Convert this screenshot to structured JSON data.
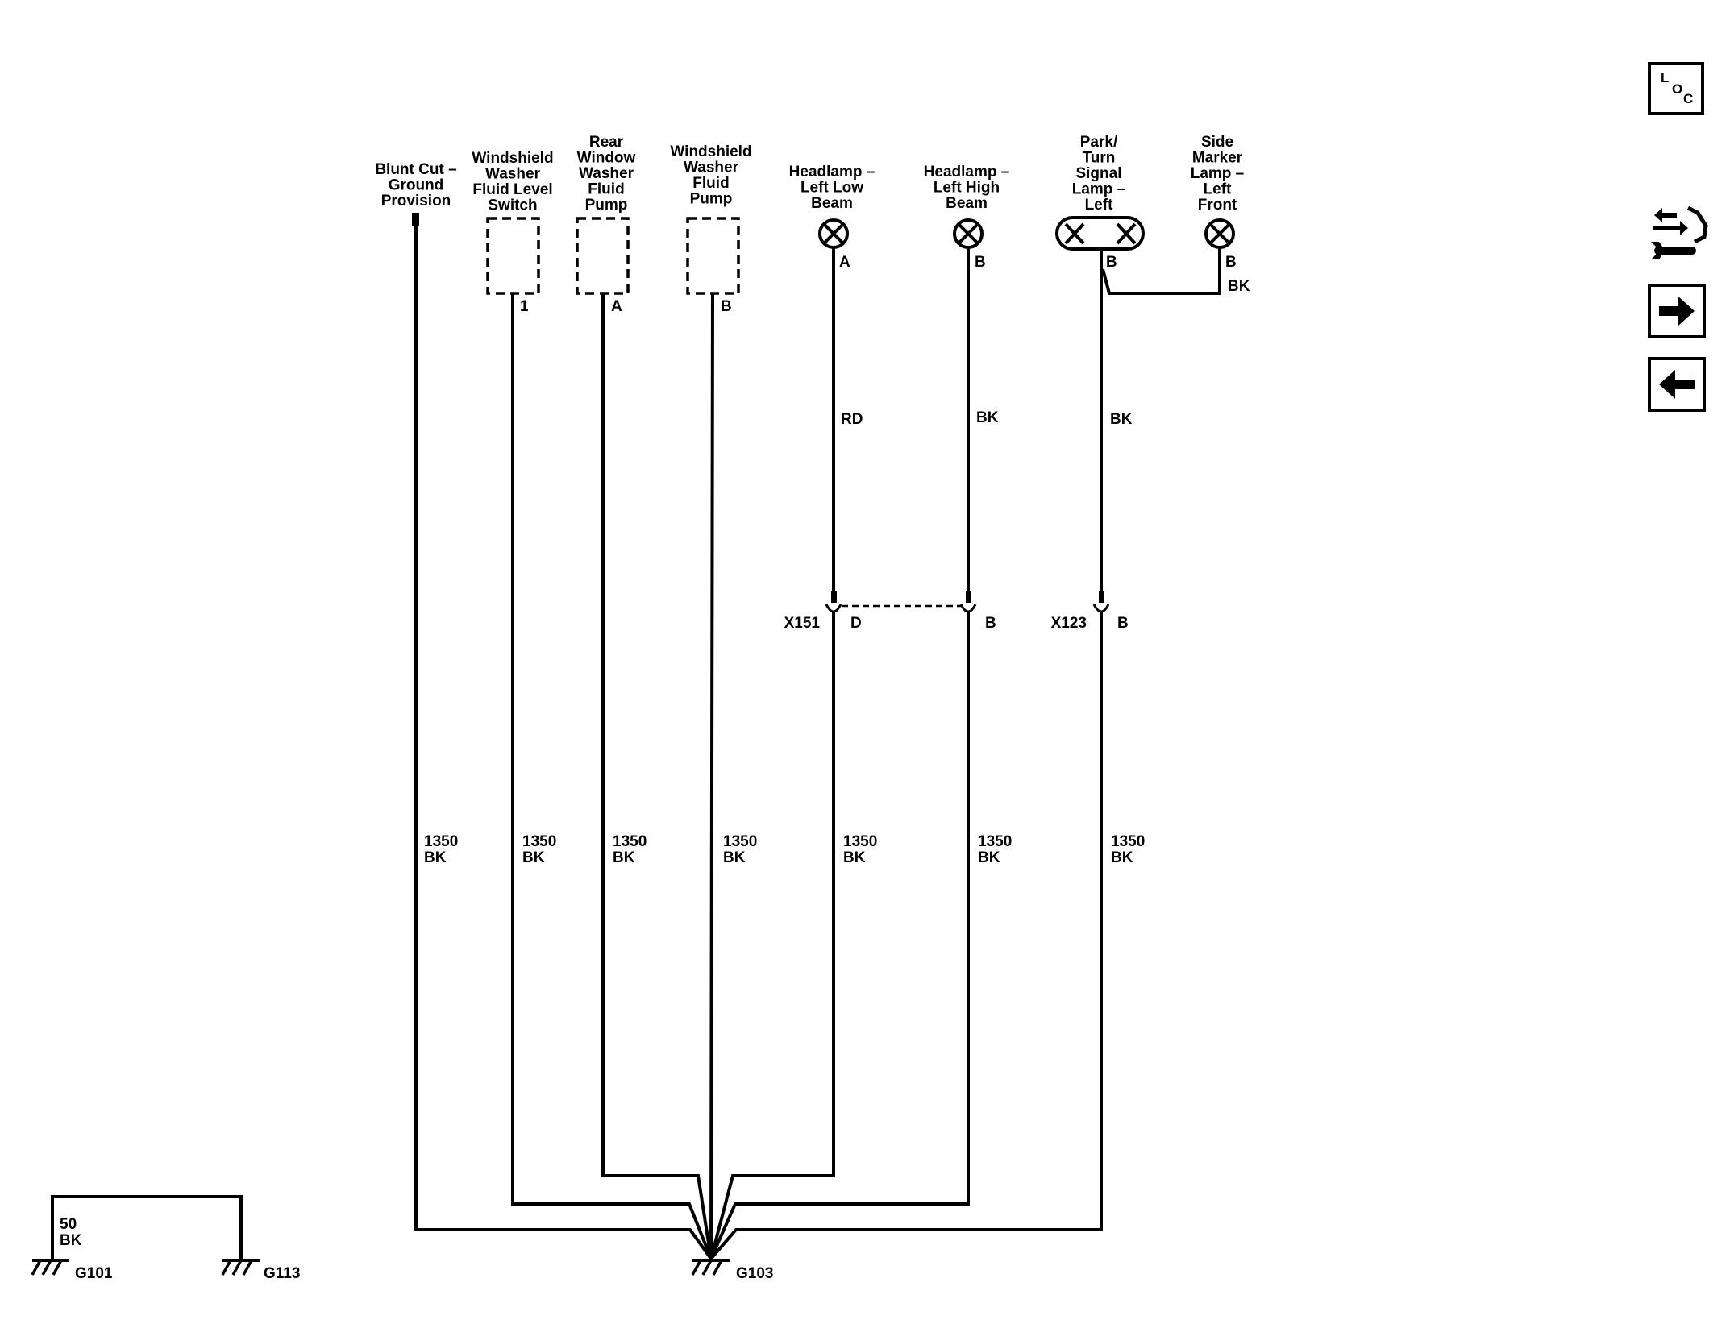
{
  "components": {
    "blunt_cut": "Blunt Cut –\nGround\nProvision",
    "fluid_level_switch": "Windshield\nWasher\nFluid Level\nSwitch",
    "rear_pump": "Rear\nWindow\nWasher\nFluid\nPump",
    "windshield_pump": "Windshield\nWasher\nFluid\nPump",
    "low_beam": "Headlamp –\nLeft Low\nBeam",
    "high_beam": "Headlamp –\nLeft High\nBeam",
    "park_turn": "Park/\nTurn\nSignal\nLamp –\nLeft",
    "side_marker": "Side\nMarker\nLamp –\nLeft\nFront"
  },
  "pins": {
    "fluid_level_switch": "1",
    "rear_pump": "A",
    "windshield_pump": "B",
    "low_beam": "A",
    "high_beam": "B",
    "park_turn": "B",
    "side_marker": "B"
  },
  "wire_colors": {
    "low_beam": "RD",
    "high_beam": "BK",
    "park_turn": "BK",
    "side_marker": "BK"
  },
  "connectors": {
    "x151_name": "X151",
    "x151_pin_d": "D",
    "x151_pin_b": "B",
    "x123_name": "X123",
    "x123_pin_b": "B"
  },
  "circuit": {
    "number": "1350",
    "color": "BK"
  },
  "ground_link": {
    "number": "50",
    "color": "BK"
  },
  "grounds": {
    "g101": "G101",
    "g113": "G113",
    "g103": "G103"
  },
  "nav": {
    "loc_l": "L",
    "loc_o": "O",
    "loc_c": "C",
    "loc_icon": "loc-icon",
    "connector_icon": "connector-wrench-icon",
    "next_icon": "arrow-right-icon",
    "prev_icon": "arrow-left-icon"
  }
}
